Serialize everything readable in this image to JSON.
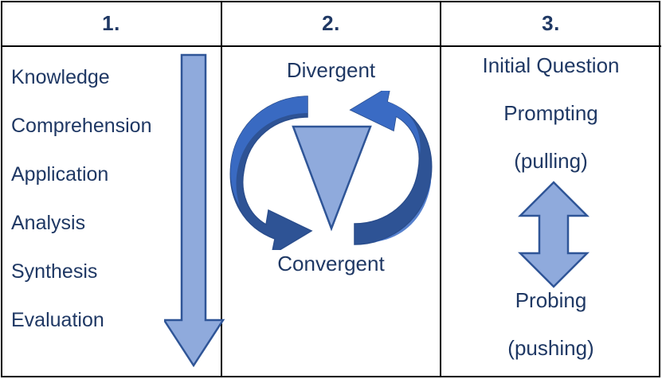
{
  "figure": {
    "title": "Three-column questioning framework",
    "colors": {
      "text_navy": "#1F3864",
      "shape_fill_light": "#8FAADC",
      "shape_stroke_dark": "#2F5597",
      "ribbon_dark": "#2E5395",
      "ribbon_mid": "#3A6BC4",
      "border": "#000000"
    }
  },
  "columns": [
    {
      "header": "1.",
      "items": [
        "Knowledge",
        "Comprehension",
        "Application",
        "Analysis",
        "Synthesis",
        "Evaluation"
      ],
      "arrow": "down-arrow"
    },
    {
      "header": "2.",
      "top_label": "Divergent",
      "bottom_label": "Convergent",
      "graphic": "cycle-arrows-with-inverted-triangle"
    },
    {
      "header": "3.",
      "lines": [
        "Initial Question",
        "Prompting",
        "(pulling)",
        "Probing",
        "(pushing)"
      ],
      "arrow": "up-down-arrow"
    }
  ]
}
